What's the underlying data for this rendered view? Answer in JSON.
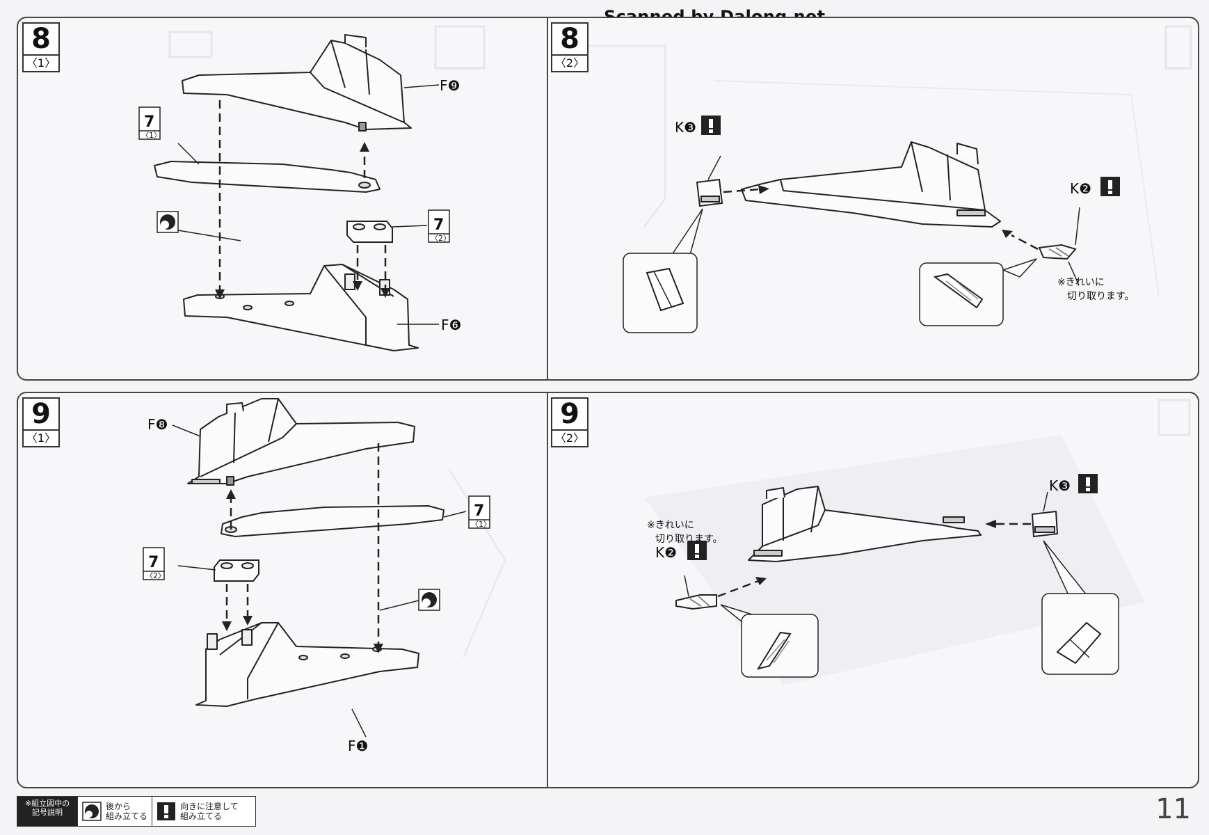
{
  "watermark": "Scanned by Dalong.net",
  "steps": {
    "s8_1": {
      "num": "8",
      "sub": "〈1〉"
    },
    "s8_2": {
      "num": "8",
      "sub": "〈2〉"
    },
    "s9_1": {
      "num": "9",
      "sub": "〈1〉"
    },
    "s9_2": {
      "num": "9",
      "sub": "〈2〉"
    }
  },
  "parts": {
    "f9": "F❾",
    "f6": "F❻",
    "f8": "F❽",
    "f1": "F❶",
    "k3": "K❸",
    "k2": "K❷"
  },
  "refs": {
    "r7_1": {
      "num": "7",
      "sub": "〈1〉"
    },
    "r7_2": {
      "num": "7",
      "sub": "〈2〉"
    }
  },
  "notes": {
    "clean_cut_1": "※きれいに",
    "clean_cut_2": "切り取ります。"
  },
  "legend": {
    "caption_1": "※組立図中の",
    "caption_2": "記号説明",
    "later_1": "後から",
    "later_2": "組み立てる",
    "direction_1": "向きに注意して",
    "direction_2": "組み立てる"
  },
  "page_number": "11"
}
